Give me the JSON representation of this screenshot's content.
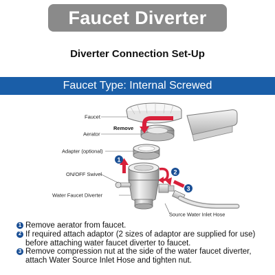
{
  "title": "Faucet Diverter",
  "subtitle": "Diverter Connection Set-Up",
  "band": "Faucet Type: Internal Screwed",
  "colors": {
    "title_bg": "#8a8a8a",
    "band_bg": "#1a5ea8",
    "accent_red": "#d8203a",
    "step_blue": "#1a4f95"
  },
  "diagram": {
    "labels": {
      "faucet": "Faucet",
      "aerator": "Aerator",
      "remove": "Remove",
      "adapter": "Adapter (optional)",
      "swivel": "ON/OFF Swivel",
      "diverter": "Water Faucet Diverter",
      "hose": "Source Water Inlet Hose"
    },
    "markers": [
      "1",
      "2",
      "3"
    ]
  },
  "steps": [
    {
      "num": "1",
      "text": "Remove aerator from faucet."
    },
    {
      "num": "2",
      "text": "If required attach adaptor (2 sizes of adaptor are supplied for use) before attaching water faucet diverter to faucet."
    },
    {
      "num": "3",
      "text": "Remove compression nut at the side of the water faucet diverter, attach Water Source Inlet Hose and tighten nut."
    }
  ]
}
